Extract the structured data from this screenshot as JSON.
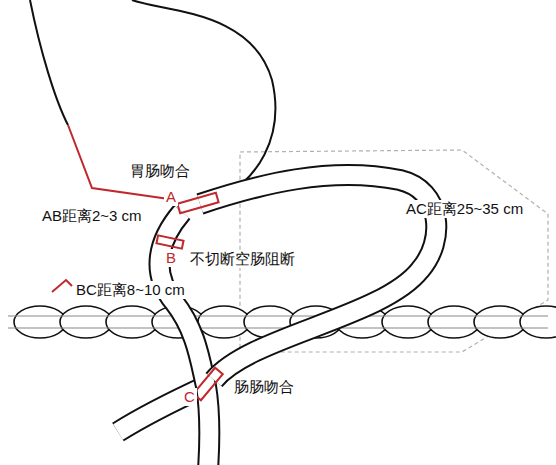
{
  "diagram": {
    "labels": [
      "胃肠吻合",
      "A",
      "AB距离2~3 cm",
      "B",
      "不切断空肠阻断",
      "BC距离8~10 cm",
      "AC距离25~35 cm",
      "C",
      "肠肠吻合"
    ]
  }
}
